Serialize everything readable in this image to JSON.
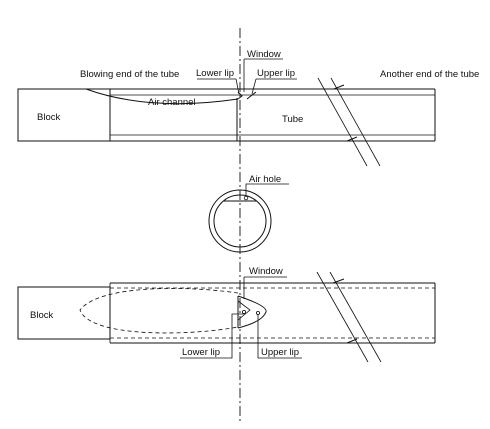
{
  "labels": {
    "window_top": "Window",
    "blowing_end": "Blowing end of the tube",
    "lower_lip_top": "Lower lip",
    "upper_lip_top": "Upper lip",
    "another_end": "Another end of the tube",
    "block_top": "Block",
    "air_channel": "Air channel",
    "tube": "Tube",
    "air_hole": "Air hole",
    "window_bottom": "Window",
    "block_bottom": "Block",
    "lower_lip_bottom": "Lower lip",
    "upper_lip_bottom": "Upper lip"
  }
}
